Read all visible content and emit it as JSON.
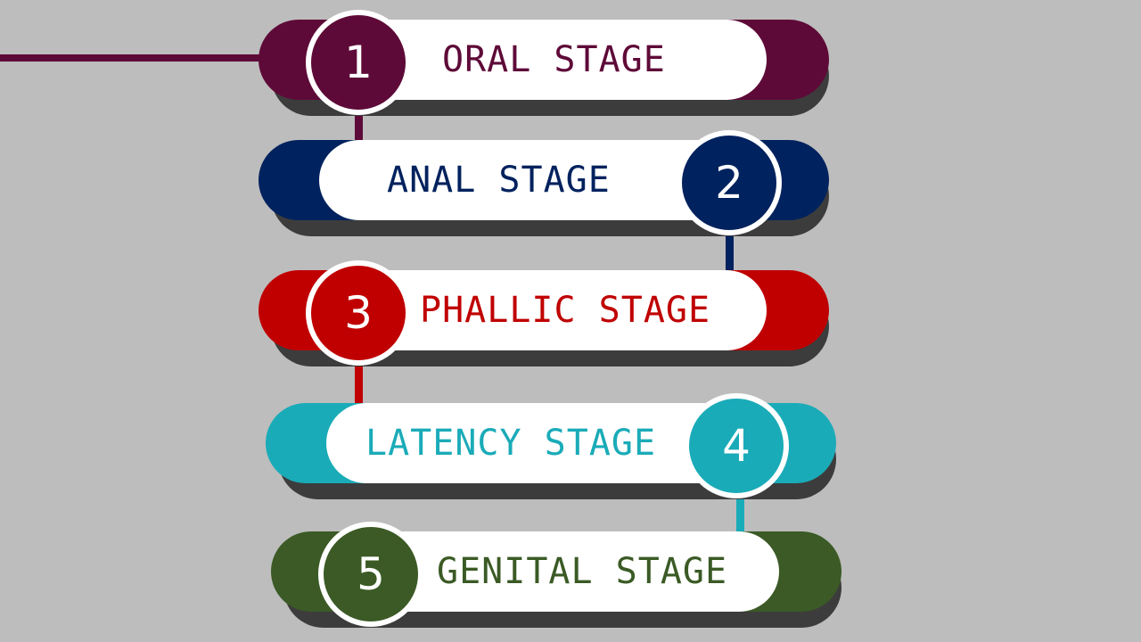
{
  "colors": {
    "background": "#bdbdbd",
    "shadow": "#3c3c3c",
    "oral": "#5e0a38",
    "anal": "#00225e",
    "phallic": "#c00000",
    "latency": "#1aabb8",
    "genital": "#3b5a25"
  },
  "stages": [
    {
      "number": "1",
      "label": "ORAL STAGE"
    },
    {
      "number": "2",
      "label": "ANAL STAGE"
    },
    {
      "number": "3",
      "label": "PHALLIC STAGE"
    },
    {
      "number": "4",
      "label": "LATENCY STAGE"
    },
    {
      "number": "5",
      "label": "GENITAL STAGE"
    }
  ]
}
